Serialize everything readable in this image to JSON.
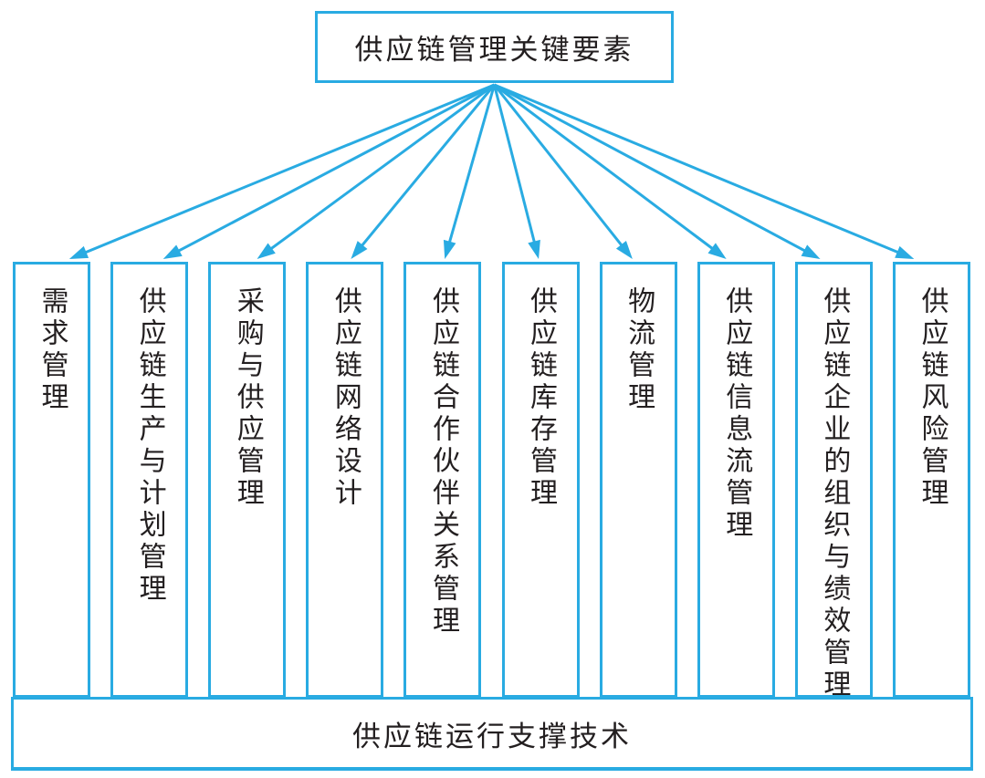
{
  "colors": {
    "accent": "#29ABE2",
    "text": "#231F20"
  },
  "root": {
    "label": "供应链管理关键要素"
  },
  "elements": [
    "需求管理",
    "供应链生产与计划管理",
    "采购与供应管理",
    "供应链网络设计",
    "供应链合作伙伴关系管理",
    "供应链库存管理",
    "物流管理",
    "供应链信息流管理",
    "供应链企业的组织与绩效管理",
    "供应链风险管理"
  ],
  "support": {
    "label": "供应链运行支撑技术"
  }
}
